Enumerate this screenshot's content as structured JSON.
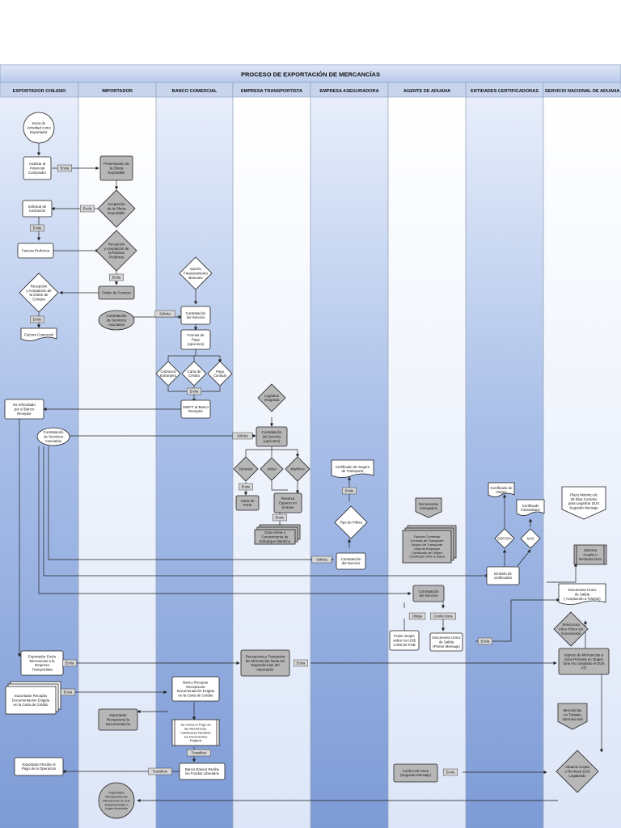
{
  "title": "PROCESO DE EXPORTACIÓN DE MERCANCÍAS",
  "lanes": [
    "EXPORTADOR CHILENO",
    "IMPORTADOR",
    "BANCO COMERCIAL",
    "EMPRESA TRANSPORTISTA",
    "EMPRESA ASEGURADORA",
    "AGENTE DE ADUANA",
    "ENTIDADES CERTIFICADORAS",
    "SERVICIO NACIONAL DE ADUANA"
  ],
  "nodes": {
    "inicio": [
      "Inicio de",
      "Actividad como",
      "Exportador"
    ],
    "analizar": [
      "Analizar al",
      "Potencial",
      "Comprador"
    ],
    "solicitud": [
      "Solicitud de",
      "Cotización"
    ],
    "factura_proforma": [
      "Factura Proforma"
    ],
    "recepcion_oc": [
      "Recepción",
      "y Aceptación de",
      "la Orden de",
      "Compra"
    ],
    "factura_comercial": [
      "Factura Comercial"
    ],
    "refrendado": [
      "Es refrendado",
      "por el Banco",
      "Receptor"
    ],
    "contratacion_servicios": [
      "Contratación",
      "de Servicios",
      "Asociados"
    ],
    "exportador_envia": [
      "Exportador Envía",
      "Mercancías a la",
      "Empresa",
      "Transportista"
    ],
    "exportador_recopila": [
      "Exportador Recopila",
      "Documentación Exigida",
      "en la Carta de Crédito"
    ],
    "exportador_recibe": [
      "Exportador Recibe el",
      "Pago de la Operación"
    ],
    "presentacion": [
      "Presentación de",
      "la Oferta",
      "Exportable"
    ],
    "aceptacion_oferta": [
      "Aceptación",
      "de la Oferta",
      "Exportable"
    ],
    "recepcion_proforma": [
      "Recepción",
      "y Aceptación de",
      "la Factura",
      "Proforma"
    ],
    "orden_compra": [
      "Orden de Compra"
    ],
    "contratacion_servicios_imp": [
      "Contratación",
      "de Servicios",
      "Asociados"
    ],
    "importador_recepciona": [
      "Importador",
      "Recepciona la",
      "Documentación"
    ],
    "importador_recibe": [
      "Importador",
      "Recepciona las",
      "Mercancías en sus",
      "Dependencias o",
      "Lugar Acordado"
    ],
    "opcion_financiamiento": [
      "Opción",
      "Financiamiento",
      "Bancario"
    ],
    "contratacion_servicio_banco": [
      "Contratación",
      "del Servicio"
    ],
    "formas_pago": [
      "Formas de",
      "Pago",
      "(opciones)"
    ],
    "cobranza": [
      "Cobranza",
      "Extranjera"
    ],
    "carta_credito": [
      "Carta de",
      "Crédito"
    ],
    "pago_contado": [
      "Pago",
      "Contado"
    ],
    "swift": [
      "SWIFT al Banco",
      "Receptor"
    ],
    "banco_receptor": [
      "Banco Receptor",
      "Recepciona",
      "Documentación Exigida",
      "en la Carta de Crédito"
    ],
    "libera_pago": [
      "Se Libera el Pago de",
      "las Mercancías,",
      "habiéndose Recibido",
      "los Documentos",
      "Exigidos"
    ],
    "banco_emisor": [
      "Banco Emisor Recibe",
      "los Fondos Liberados"
    ],
    "logistica": [
      "Logística",
      "Integrada"
    ],
    "contratacion_servicio_trans": [
      "Contratación",
      "del Servicio",
      "(opciones)"
    ],
    "terrestre": [
      "Terrestre"
    ],
    "aereo": [
      "Aéreo"
    ],
    "maritimo": [
      "Marítimo"
    ],
    "carta_porte": [
      "Carta de",
      "Porte"
    ],
    "reserva": [
      "Reserva",
      "Espacio en",
      "la Nave"
    ],
    "guia_aerea": [
      "Guía Aérea o",
      "Conocimiento de",
      "Embarque Marítimo"
    ],
    "recepciona_transporta": [
      "Recepciona y Transporta",
      "las Mercancías hasta las",
      "Dependencias del",
      "Importador"
    ],
    "certificado_seguro": [
      "Certificado de Seguro",
      "de Transporte"
    ],
    "tipo_poliza": [
      "Tipo de Póliza"
    ],
    "contratacion_servicio_aseg": [
      "Contratación",
      "del Servicio"
    ],
    "documentos_entregados": [
      "Documentos",
      "entregados"
    ],
    "lista_documentos": [
      "Factura Comercial",
      "Contrato de Transporte",
      "Seguro de Transporte",
      "Lista de Empaque",
      "Certificado de Origen",
      "Certificado SAG & Salud"
    ],
    "contratacion_servicio_agente": [
      "Contratación",
      "del Servicio"
    ],
    "poder_simple": [
      "Poder simple",
      "sobre los US$",
      "2.000,00 FOB"
    ],
    "dus_primer": [
      "Documento Único",
      "de Salida",
      "(Primer Mensaje)"
    ],
    "confeccion_dus": [
      "Confección DUS",
      "(Segundo Mensaje)"
    ],
    "certificado_origen": [
      "Certificado de",
      "Origen"
    ],
    "certificado_fitosanitario": [
      "Certificado",
      "Fitosanitario"
    ],
    "sofofa": [
      "SOFOFA"
    ],
    "sag": [
      "SAG"
    ],
    "emision_certificados": [
      "Emisión de",
      "certificados"
    ],
    "plazo_maximo": [
      "Plazo Máximo de",
      "25 Días Corridos",
      "para Legalizar DUS",
      "Segundo Mensaje"
    ],
    "sistema_acepta": [
      "Sistema",
      "Acepta o",
      "Rechaza DUS"
    ],
    "dus_aceptacion": [
      "Documento Único",
      "de Salida",
      "( Aceptación a Trámite)"
    ],
    "selecciona_aforo": [
      "Selecciona",
      "Aforo Físico y/o",
      "Documental"
    ],
    "ingreso_zona": [
      "Ingreso de Mercancías a",
      "Zona Primaria en Origen",
      "(una vez aceptado el DUS",
      "AT)"
    ],
    "mercancias_transito": [
      "Mercancías",
      "en Tránsito",
      "Internacional"
    ],
    "aduana_acepta": [
      "Aduana Acepta",
      "o Rechaza DUS",
      "Legalizado"
    ]
  },
  "edge_labels": {
    "envia": "Envía",
    "emite": "Emite",
    "solicita": "Solicita",
    "transfiere": "Transfiere",
    "obliga": "Obliga",
    "confecciona": "Confecciona"
  },
  "colors": {
    "lane_dark": "#93aee0",
    "lane_light": "#eaf0fc",
    "box_gray": "#b7b7b7",
    "header": "#c9d6ee"
  }
}
